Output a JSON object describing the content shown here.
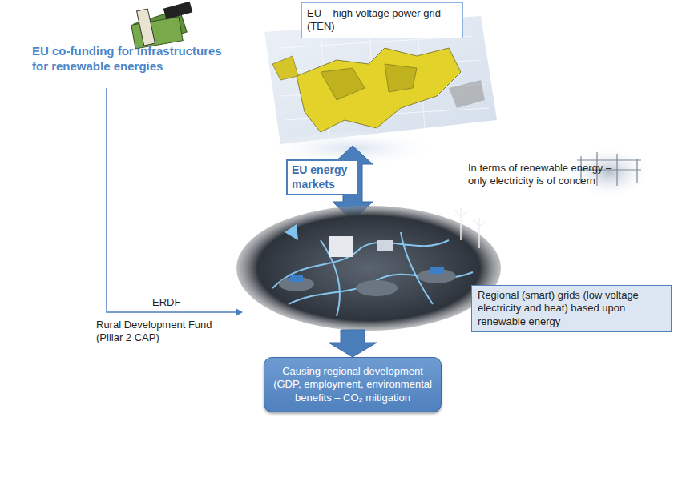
{
  "diagram": {
    "nodes": [
      {
        "text": [
          "EU – high voltage power grid (TEN)"
        ]
      },
      {
        "text": [
          "EU energy markets"
        ]
      },
      {
        "text": [
          "Regional (smart) grids (low voltage electricity and heat) based upon renewable energy"
        ]
      },
      {
        "text": [
          "Causing regional development (GDP, employment, environmental benefits – CO₂ mitigation"
        ]
      }
    ],
    "labels": [
      "EU co-funding for infrastructures for renewable energies",
      "In terms of renewable energy – only electricity is of concern",
      "ERDF",
      "Rural Development Fund (Pillar 2 CAP)"
    ]
  }
}
